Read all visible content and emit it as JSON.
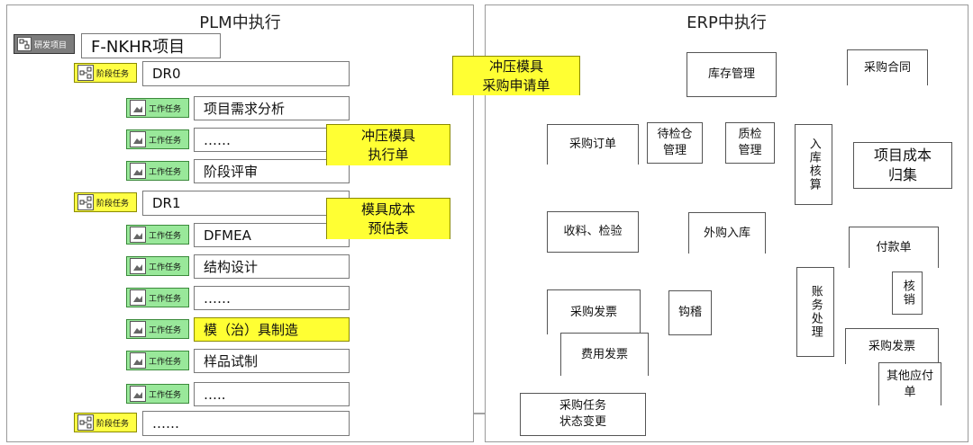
{
  "plm": {
    "title": "PLM中执行",
    "project_tag": "研发项目",
    "project_name": "F-NKHR项目",
    "stages": [
      {
        "tag": "阶段任务",
        "name": "DR0"
      },
      {
        "tag": "阶段任务",
        "name": "DR1"
      },
      {
        "tag": "阶段任务",
        "name": "……"
      }
    ],
    "dr0_tasks": [
      {
        "tag": "工作任务",
        "name": "项目需求分析"
      },
      {
        "tag": "工作任务",
        "name": "……"
      },
      {
        "tag": "工作任务",
        "name": "阶段评审"
      }
    ],
    "dr1_tasks": [
      {
        "tag": "工作任务",
        "name": "DFMEA"
      },
      {
        "tag": "工作任务",
        "name": "结构设计"
      },
      {
        "tag": "工作任务",
        "name": "……"
      },
      {
        "tag": "工作任务",
        "name": "模（治）具制造"
      },
      {
        "tag": "工作任务",
        "name": "样品试制"
      },
      {
        "tag": "工作任务",
        "name": "….."
      }
    ],
    "docs": {
      "execution_sheet": "冲压模具\n执行单",
      "cost_estimate": "模具成本\n预估表"
    }
  },
  "bridge": {
    "purchase_request": "冲压模具\n采购申请单"
  },
  "erp": {
    "title": "ERP中执行",
    "inventory": "库存管理",
    "contract": "采购合同",
    "purchase_order": "采购订单",
    "pending_inspection": "待检仓\n管理",
    "quality_check": "质检\n管理",
    "inbound_accounting": "入库核算",
    "project_cost": "项目成本\n归集",
    "receiving": "收料、检验",
    "external_inbound": "外购入库",
    "payment": "付款单",
    "write_off": "核销",
    "accounting": "账务处理",
    "purchase_invoice": "采购发票",
    "reconcile": "钩稽",
    "expense_invoice": "费用发票",
    "purchase_invoice_right": "采购发票",
    "other_payable": "其他应付\n单",
    "task_status": "采购任务\n状态变更"
  }
}
